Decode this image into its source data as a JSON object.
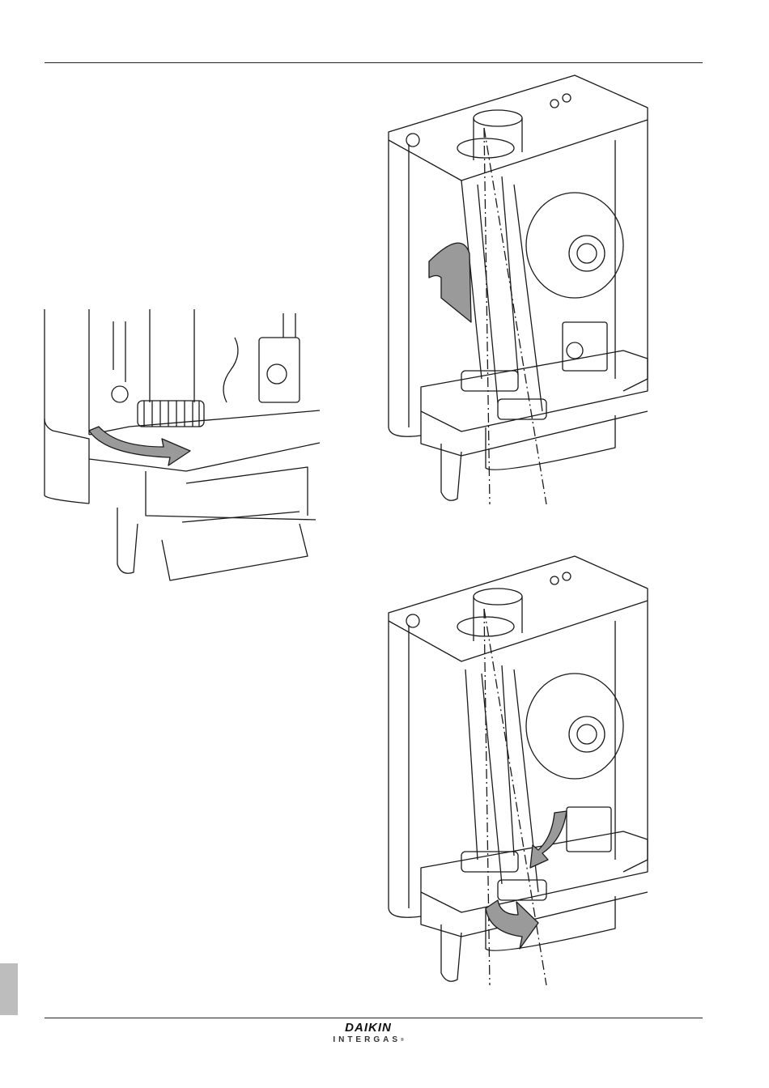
{
  "header": {},
  "figures": [
    {
      "name": "detail-view",
      "icon": "rotate-nut-arrow"
    },
    {
      "name": "tilted-pipe-view",
      "icon": "tilt-guide-arrow"
    },
    {
      "name": "removal-view",
      "icon": "downward-and-out-arrows"
    }
  ],
  "footer": {
    "brand_line1": "DAIKIN",
    "brand_line2": "INTERGAS",
    "trademark": "®"
  },
  "colors": {
    "line": "#1a1a1a",
    "arrow_fill": "#9a9a9a",
    "side_tab": "#bdbdbd"
  }
}
